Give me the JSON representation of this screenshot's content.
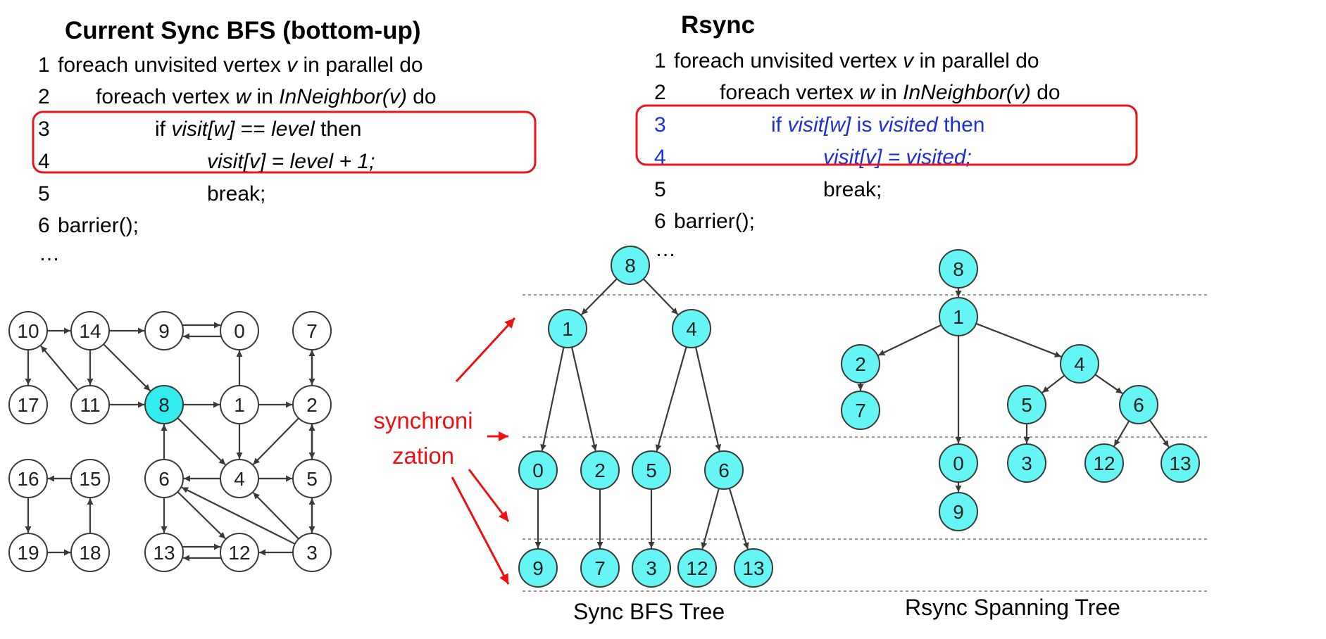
{
  "left_code": {
    "title": "Current Sync BFS (bottom-up)",
    "lines": [
      {
        "num": "1",
        "parts": [
          {
            "t": "foreach unvisited vertex ",
            "i": false
          },
          {
            "t": "v",
            "i": true
          },
          {
            "t": " in parallel do",
            "i": false
          }
        ]
      },
      {
        "num": "2",
        "parts": [
          {
            "t": "foreach vertex ",
            "i": false
          },
          {
            "t": "w",
            "i": true
          },
          {
            "t": " in ",
            "i": false
          },
          {
            "t": "InNeighbor(v)",
            "i": true
          },
          {
            "t": " do",
            "i": false
          }
        ]
      },
      {
        "num": "3",
        "parts": [
          {
            "t": "if ",
            "i": false
          },
          {
            "t": "visit[w]",
            "i": true
          },
          {
            "t": " == ",
            "i": false
          },
          {
            "t": "level",
            "i": true
          },
          {
            "t": " then",
            "i": false
          }
        ]
      },
      {
        "num": "4",
        "parts": [
          {
            "t": "visit[v] = level + 1;",
            "i": true
          }
        ]
      },
      {
        "num": "5",
        "parts": [
          {
            "t": "break;",
            "i": false
          }
        ]
      },
      {
        "num": "6",
        "parts": [
          {
            "t": "barrier();",
            "i": false
          }
        ]
      }
    ],
    "ellipsis": "…"
  },
  "right_code": {
    "title": "Rsync",
    "lines": [
      {
        "num": "1",
        "parts": [
          {
            "t": "foreach unvisited vertex ",
            "i": false
          },
          {
            "t": "v",
            "i": true
          },
          {
            "t": " in parallel do",
            "i": false
          }
        ]
      },
      {
        "num": "2",
        "parts": [
          {
            "t": "foreach vertex ",
            "i": false
          },
          {
            "t": "w",
            "i": true
          },
          {
            "t": " in ",
            "i": false
          },
          {
            "t": "InNeighbor(v)",
            "i": true
          },
          {
            "t": " do",
            "i": false
          }
        ]
      },
      {
        "num": "3",
        "parts": [
          {
            "t": "if ",
            "i": false
          },
          {
            "t": "visit[w]",
            "i": true
          },
          {
            "t": " is ",
            "i": false
          },
          {
            "t": "visited",
            "i": true
          },
          {
            "t": " then",
            "i": false
          }
        ]
      },
      {
        "num": "4",
        "parts": [
          {
            "t": "visit[v] = visited;",
            "i": true
          }
        ]
      },
      {
        "num": "5",
        "parts": [
          {
            "t": "break;",
            "i": false
          }
        ]
      },
      {
        "num": "6",
        "parts": [
          {
            "t": "barrier();",
            "i": false
          }
        ]
      }
    ],
    "ellipsis": "…"
  },
  "graph": {
    "nodes": [
      "10",
      "14",
      "9",
      "0",
      "7",
      "17",
      "11",
      "8",
      "1",
      "2",
      "16",
      "15",
      "6",
      "4",
      "5",
      "19",
      "18",
      "13",
      "12",
      "3"
    ],
    "highlighted": [
      "8"
    ]
  },
  "sync_tree": {
    "caption": "Sync BFS Tree",
    "nodes": [
      "8",
      "1",
      "4",
      "0",
      "2",
      "5",
      "6",
      "9",
      "7",
      "3",
      "12",
      "13"
    ]
  },
  "rsync_tree": {
    "caption": "Rsync Spanning Tree",
    "nodes": [
      "8",
      "1",
      "2",
      "4",
      "7",
      "5",
      "6",
      "3",
      "12",
      "13",
      "0",
      "9"
    ]
  },
  "annotation": {
    "line1": "synchroni",
    "line2": "zation"
  },
  "colors": {
    "highlight_box": "#e8141e",
    "blue_text": "#1c2fd9",
    "node_fill": "#33ecee",
    "tree_node_fill": "#66f5f5",
    "edge": "#3a3a3a",
    "annotation_red": "#ee1111",
    "dashed_line": "#777777"
  }
}
